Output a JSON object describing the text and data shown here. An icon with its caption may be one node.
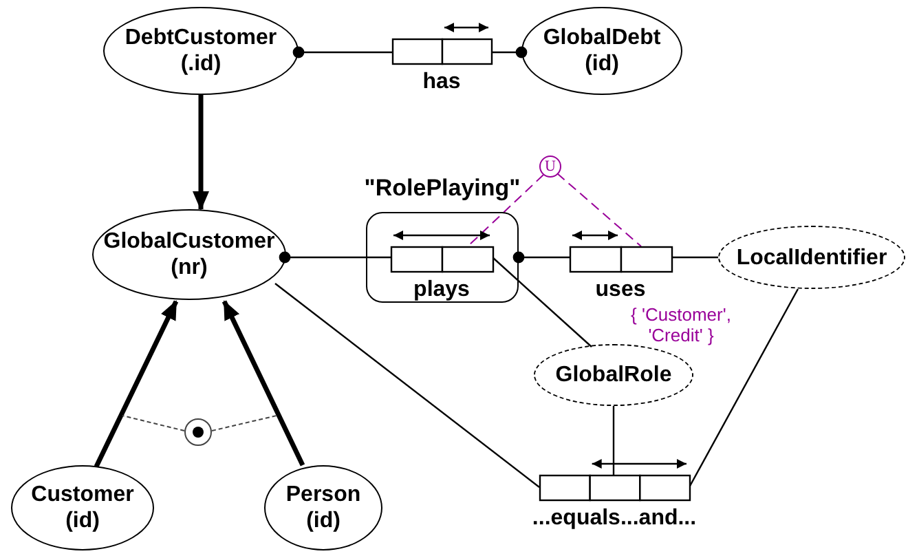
{
  "diagram": {
    "nodes": [
      {
        "text": [
          "DebtCustomer",
          "(.id)"
        ]
      },
      {
        "text": [
          "GlobalDebt",
          "(id)"
        ]
      },
      {
        "text": [
          "has"
        ]
      },
      {
        "text": [
          "GlobalCustomer",
          "(nr)"
        ]
      },
      {
        "text": [
          "\"RolePlaying\""
        ]
      },
      {
        "text": [
          "plays"
        ],
        "in": 4
      },
      {
        "text": [
          "uses"
        ]
      },
      {
        "text": [
          "LocalIdentifier"
        ]
      },
      {
        "text": [
          "U"
        ]
      },
      {
        "text": [
          "GlobalRole"
        ]
      },
      {
        "text": [],
        "shape": "circle"
      },
      {
        "text": [
          "Customer",
          "(id)"
        ]
      },
      {
        "text": [
          "Person",
          "(id)"
        ]
      },
      {
        "text": [
          "...equals...and..."
        ]
      }
    ],
    "edges": [
      {
        "from": 0,
        "to": 2,
        "arrow": "other"
      },
      {
        "from": 1,
        "to": 2,
        "arrow": "other"
      },
      {
        "from": 0,
        "to": 3,
        "arrow": "to",
        "style": "thick"
      },
      {
        "from": 3,
        "to": 5,
        "arrow": "other"
      },
      {
        "from": 5,
        "to": 9,
        "arrow": "none"
      },
      {
        "from": 4,
        "to": 6,
        "arrow": "other"
      },
      {
        "from": 6,
        "to": 7,
        "arrow": "none"
      },
      {
        "from": 8,
        "to": 5,
        "arrow": "none",
        "style": "dashed",
        "color": "#990099"
      },
      {
        "from": 8,
        "to": 6,
        "arrow": "none",
        "style": "dashed",
        "color": "#990099"
      },
      {
        "from": 11,
        "to": 3,
        "arrow": "to",
        "style": "thick"
      },
      {
        "from": 12,
        "to": 3,
        "arrow": "to",
        "style": "thick"
      },
      {
        "from": 10,
        "to": null,
        "arrow": "none",
        "style": "dashed"
      },
      {
        "from": 10,
        "to": null,
        "arrow": "none",
        "style": "dashed"
      },
      {
        "from": 3,
        "to": 13,
        "arrow": "none"
      },
      {
        "from": 9,
        "to": 13,
        "arrow": "none"
      },
      {
        "from": 7,
        "to": 13,
        "arrow": "none"
      }
    ],
    "labels": [
      "{ 'Customer', 'Credit' }"
    ]
  }
}
